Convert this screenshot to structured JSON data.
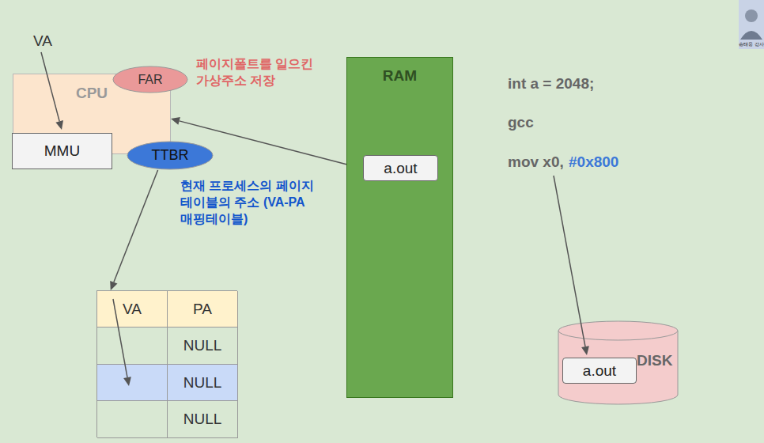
{
  "diagram": {
    "nodes": [
      {
        "text": [
          "CPU"
        ]
      },
      {
        "text": [
          "FAR",
          "페이지폴트를 일으킨 가상주소 저장"
        ]
      },
      {
        "text": [
          "MMU"
        ]
      },
      {
        "text": [
          "TTBR",
          "현재 프로세스의 페이지테이블의 주소 (VA-PA 매핑테이블)"
        ]
      },
      {
        "text": [
          "VA",
          "PA",
          "NULL",
          "NULL",
          "NULL"
        ]
      },
      {
        "text": [
          "RAM"
        ]
      },
      {
        "text": [
          "a.out"
        ],
        "in": 5
      },
      {
        "text": [
          "DISK"
        ]
      },
      {
        "text": [
          "a.out"
        ],
        "in": 7
      }
    ],
    "edges": [
      {
        "from": 5,
        "to": 0,
        "arrow": "to"
      },
      {
        "from": 3,
        "to": 4,
        "arrow": "to"
      }
    ],
    "labels": [
      "VA",
      "int a = 2048;",
      "gcc",
      "mov x0,",
      "#0x800",
      "송태웅 강사"
    ]
  }
}
